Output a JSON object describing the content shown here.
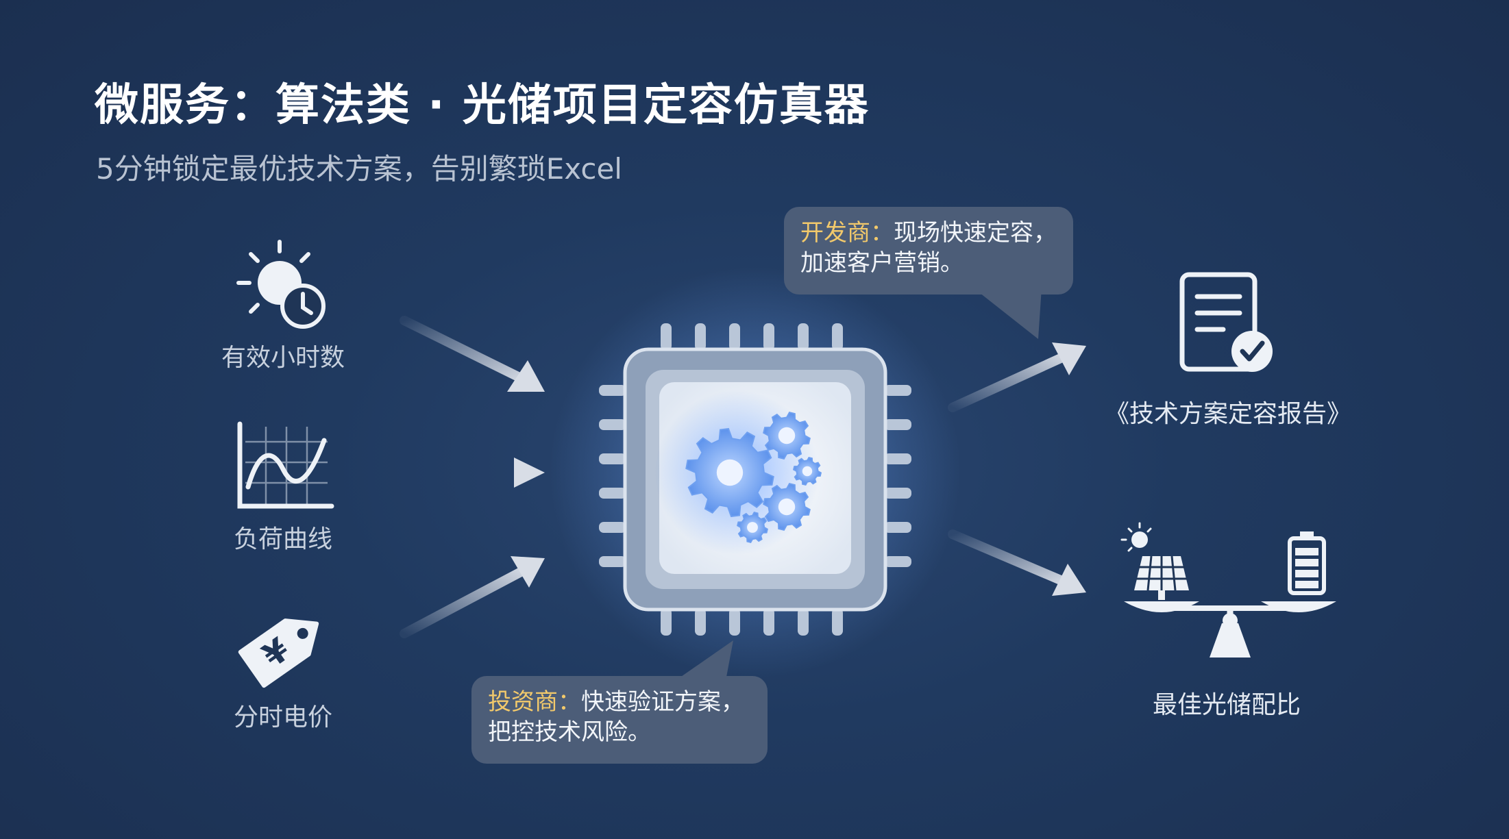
{
  "header": {
    "title": "微服务：算法类 · 光储项目定容仿真器",
    "subtitle": "5分钟锁定最优技术方案，告别繁琐Excel"
  },
  "inputs": [
    {
      "label": "有效小时数",
      "icon": "sun-clock-icon"
    },
    {
      "label": "负荷曲线",
      "icon": "line-chart-icon"
    },
    {
      "label": "分时电价",
      "icon": "yuan-price-tag-icon"
    }
  ],
  "processor": {
    "icon": "cpu-chip-gears-icon"
  },
  "outputs": [
    {
      "label": "《技术方案定容报告》",
      "icon": "document-check-icon"
    },
    {
      "label": "最佳光储配比",
      "icon": "solar-battery-balance-icon"
    }
  ],
  "callouts": {
    "developer": {
      "role": "开发商：",
      "line1": "现场快速定容，",
      "line2": "加速客户营销。"
    },
    "investor": {
      "role": "投资商：",
      "line1": "快速验证方案，",
      "line2": "把控技术风险。"
    }
  },
  "colors": {
    "background": "#1f3556",
    "title": "#ffffff",
    "subtitle": "#b9c3d2",
    "role_highlight": "#f2c96b",
    "bubble": "#4c5d78",
    "gear_glow": "#4a8cff"
  }
}
